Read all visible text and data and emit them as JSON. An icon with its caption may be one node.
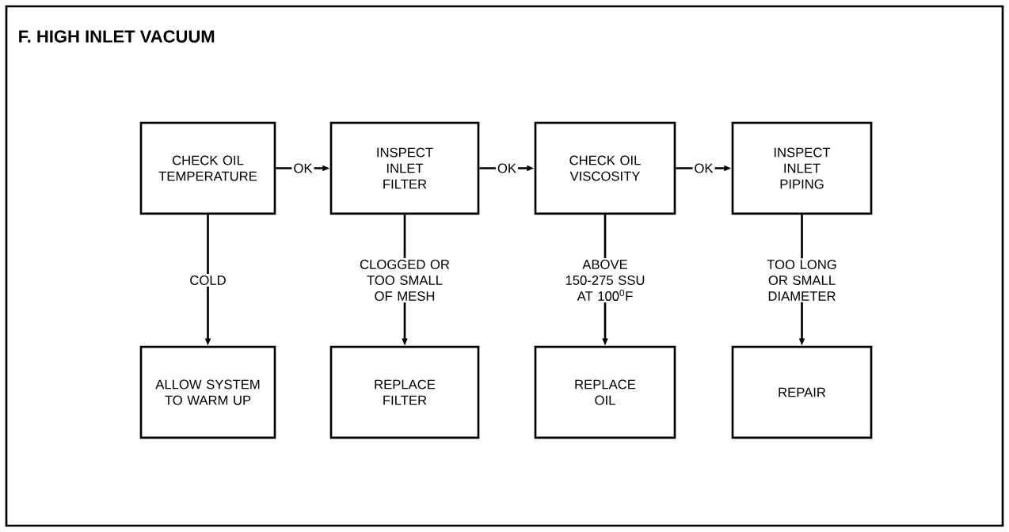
{
  "diagram": {
    "title": "F. HIGH INLET VACUUM",
    "nodes": [
      {
        "text": [
          "CHECK OIL TEMPERATURE"
        ]
      },
      {
        "text": [
          "INSPECT INLET FILTER"
        ]
      },
      {
        "text": [
          "CHECK OIL VISCOSITY"
        ]
      },
      {
        "text": [
          "INSPECT INLET PIPING"
        ]
      },
      {
        "text": [
          "ALLOW SYSTEM TO WARM UP"
        ]
      },
      {
        "text": [
          "REPLACE FILTER"
        ]
      },
      {
        "text": [
          "REPLACE OIL"
        ]
      },
      {
        "text": [
          "REPAIR"
        ]
      }
    ],
    "edges": [
      {
        "from": 0,
        "to": 1,
        "arrow": "to",
        "label": "OK"
      },
      {
        "from": 1,
        "to": 2,
        "arrow": "to",
        "label": "OK"
      },
      {
        "from": 2,
        "to": 3,
        "arrow": "to",
        "label": "OK"
      },
      {
        "from": 0,
        "to": 4,
        "arrow": "to",
        "label": "COLD"
      },
      {
        "from": 1,
        "to": 5,
        "arrow": "to",
        "label": "CLOGGED OR TOO SMALL OF MESH"
      },
      {
        "from": 2,
        "to": 6,
        "arrow": "to",
        "label": "ABOVE 150-275 SSU AT 100$^{0}$F"
      },
      {
        "from": 3,
        "to": 7,
        "arrow": "to",
        "label": "TOO LONG OR SMALL DIAMETER"
      }
    ]
  }
}
